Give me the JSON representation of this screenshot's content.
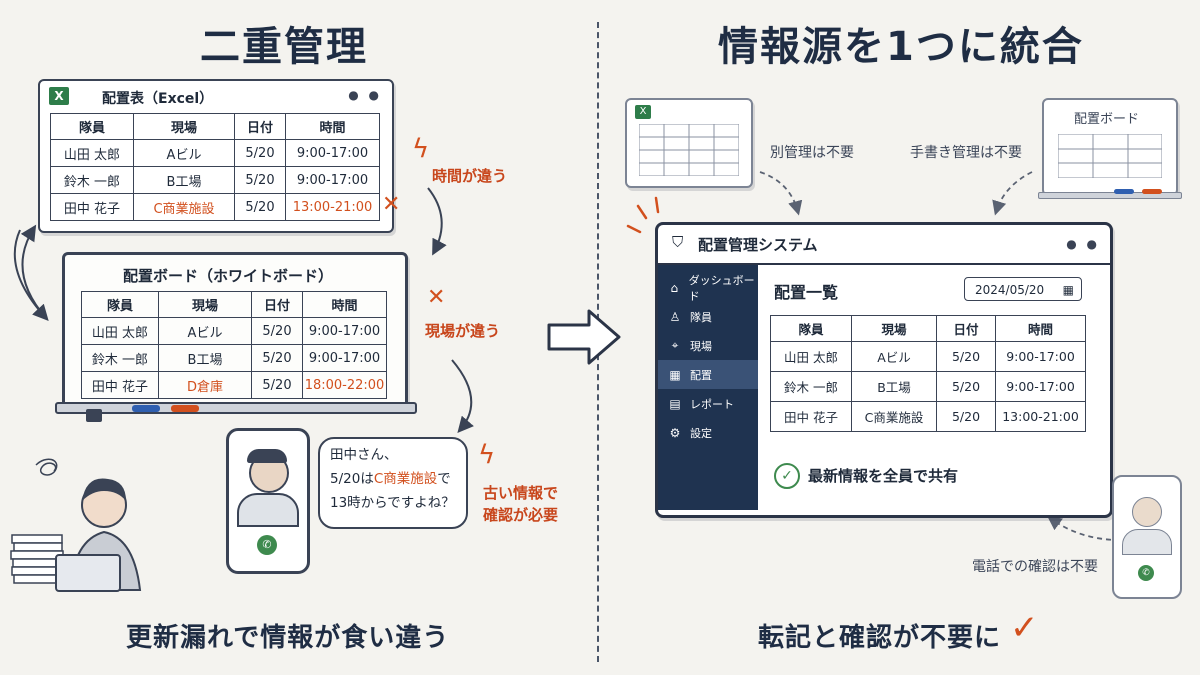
{
  "left": {
    "title": "二重管理",
    "caption": "更新漏れで情報が食い違う",
    "excel": {
      "icon_label": "X",
      "title": "配置表（Excel）",
      "headers": [
        "隊員",
        "現場",
        "日付",
        "時間"
      ],
      "rows": [
        [
          "山田 太郎",
          "Aビル",
          "5/20",
          "9:00-17:00"
        ],
        [
          "鈴木 一郎",
          "B工場",
          "5/20",
          "9:00-17:00"
        ],
        [
          "田中 花子",
          "C商業施設",
          "5/20",
          "13:00-21:00"
        ]
      ]
    },
    "whiteboard": {
      "title": "配置ボード（ホワイトボード）",
      "headers": [
        "隊員",
        "現場",
        "日付",
        "時間"
      ],
      "rows": [
        [
          "山田 太郎",
          "Aビル",
          "5/20",
          "9:00-17:00"
        ],
        [
          "鈴木 一郎",
          "B工場",
          "5/20",
          "9:00-17:00"
        ],
        [
          "田中 花子",
          "D倉庫",
          "5/20",
          "18:00-22:00"
        ]
      ]
    },
    "notes": {
      "time_diff": "時間が違う",
      "site_diff": "現場が違う",
      "old_info_line1": "古い情報で",
      "old_info_line2": "確認が必要"
    },
    "bubble": {
      "line1": "田中さん、",
      "line2_pre": "5/20は",
      "line2_highlight": "C商業施設",
      "line2_post": "で",
      "line3": "13時からですよね？"
    }
  },
  "right": {
    "title": "情報源を1つに統合",
    "caption": "転記と確認が不要に",
    "notes": {
      "no_separate": "別管理は不要",
      "no_handwritten": "手書き管理は不要",
      "no_phone": "電話での確認は不要"
    },
    "board_thumb_title": "配置ボード",
    "app": {
      "title": "配置管理システム",
      "sidebar": [
        {
          "icon": "home-icon",
          "label": "ダッシュボード"
        },
        {
          "icon": "user-icon",
          "label": "隊員"
        },
        {
          "icon": "location-icon",
          "label": "現場"
        },
        {
          "icon": "calendar-icon",
          "label": "配置"
        },
        {
          "icon": "document-icon",
          "label": "レポート"
        },
        {
          "icon": "gear-icon",
          "label": "設定"
        }
      ],
      "active_index": 3,
      "section_title": "配置一覧",
      "date_value": "2024/05/20",
      "headers": [
        "隊員",
        "現場",
        "日付",
        "時間"
      ],
      "rows": [
        [
          "山田 太郎",
          "Aビル",
          "5/20",
          "9:00-17:00"
        ],
        [
          "鈴木 一郎",
          "B工場",
          "5/20",
          "9:00-17:00"
        ],
        [
          "田中 花子",
          "C商業施設",
          "5/20",
          "13:00-21:00"
        ]
      ],
      "status_text": "最新情報を全員で共有"
    }
  },
  "colors": {
    "accent_red": "#d2501e",
    "navy": "#1f3350",
    "ink": "#1f2d44",
    "green_check": "#3e8a4e"
  }
}
